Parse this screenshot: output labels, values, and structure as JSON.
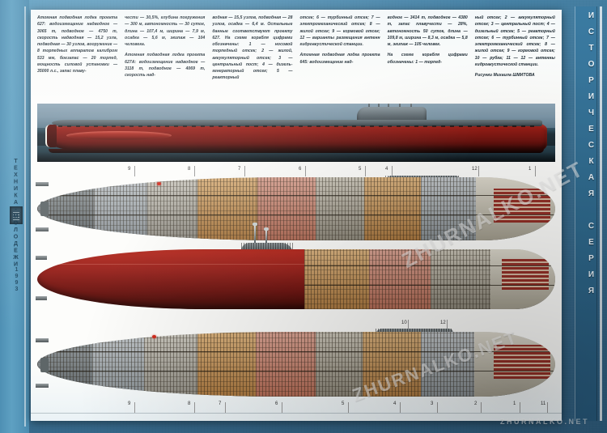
{
  "page": {
    "spine_label": "ТЕХНИКА-МОЛОДЕЖИ",
    "spine_year": "1993",
    "series_band": "ИСТОРИЧЕСКАЯ СЕРИЯ",
    "watermark_main": "ZHURNALKO.NET",
    "watermark_mid": "ZHURNALKO.NET",
    "watermark_bottom": "ZHURNALKO.NET"
  },
  "text_columns": [
    {
      "id": "col-1",
      "paragraphs": [
        "Атомная подводная лодка проекта 627: водоизмещение надводное — 3065 т, подводное — 4750 т, скорость надводная — 15,2 узла, подводная — 30 узлов, вооружение — 8 торпедных аппаратов калибром 533 мм, боезапас — 20 торпед, мощность силовой установки — 35000 л.с., запас плаву-"
      ]
    },
    {
      "id": "col-2",
      "paragraphs": [
        "чести — 30,5%, глубина погружения — 300 м, автономность — 30 суток, длина — 107,4 м, ширина — 7,9 м, осадка — 5,6 м, экипаж — 104 человека.",
        "Атомная подводная лодка проекта 627А: водоизмещение надводное — 3118 т, подводное — 4069 т, скорость над-"
      ]
    },
    {
      "id": "col-3",
      "paragraphs": [
        "водная — 15,5 узлов, подводная — 28 узлов, осадка — 6,4 м. Остальные данные соответствуют проекту 627. На схеме корабля цифрами обозначены: 1 — носовой торпедный отсек; 2 — жилой, аккумуляторный отсек; 3 — центральный пост; 4 — дизель-генераторный отсек; 5 — реакторный"
      ]
    },
    {
      "id": "col-4",
      "paragraphs": [
        "отсек; 6 — турбинный отсек; 7 — электромеханический отсек; 8 — жилой отсек; 9 — кормовой отсек; 12 — варианты размещения антенн гидроакустической станции.",
        "Атомная подводная лодка проекта 645: водоизмещение над-"
      ]
    },
    {
      "id": "col-5",
      "paragraphs": [
        "водное — 3414 т, подводное — 4380 т, запас плавучести — 28%, автономность 50 суток, длина — 109,8 м, ширина — 8,3 м, осадка — 5,8 м, экипаж — 105 человек.",
        "На схеме корабля цифрами обозначены: 1 — торпед-"
      ]
    },
    {
      "id": "col-6",
      "paragraphs": [
        "ный отсек; 2 — аккумуляторный отсек; 3 — центральный пост; 4 — дизельный отсек; 5 — реакторный отсек; 6 — турбинный отсек; 7 — электромеханический отсек; 8 — жилой отсек; 9 — кормовой отсек; 10 — рубка; 11 — 12 — антенны гидроакустической станции."
      ],
      "signature": "Рисунки Михаила ШМИТОВА"
    }
  ],
  "figures": [
    {
      "id": "photo-top",
      "name": "submarine-profile-photo",
      "caption": ""
    },
    {
      "id": "cutaway-1",
      "name": "cutaway-project-627",
      "callouts_top": [
        "9",
        "8",
        "7",
        "6",
        "5",
        "4",
        "12",
        "1"
      ]
    },
    {
      "id": "profile-2",
      "name": "submarine-profile-627a"
    },
    {
      "id": "cutaway-2",
      "name": "cutaway-project-645",
      "callouts_top": [
        "10",
        "12"
      ],
      "callouts_bottom": [
        "9",
        "8",
        "7",
        "6",
        "5",
        "4",
        "3",
        "2",
        "1",
        "11"
      ]
    }
  ],
  "colors": {
    "hull_red": "#97201a",
    "hull_grey": "#a7adae",
    "page_blue": "#3f7ba0",
    "sheet_white": "#fdfdfb",
    "accent_marker": "#d22b1d"
  }
}
